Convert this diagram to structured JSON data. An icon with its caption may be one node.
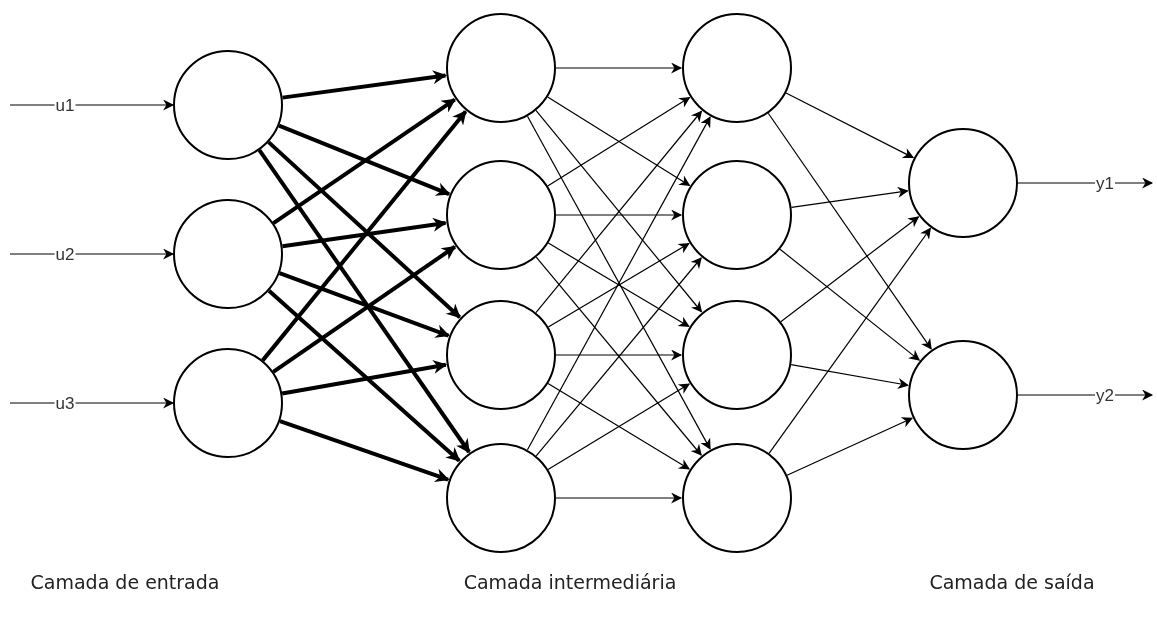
{
  "diagram": {
    "nodes": [
      {
        "text": [],
        "shape": "circle"
      },
      {
        "text": [],
        "shape": "circle"
      },
      {
        "text": [],
        "shape": "circle"
      },
      {
        "text": [],
        "shape": "circle"
      },
      {
        "text": [],
        "shape": "circle"
      },
      {
        "text": [],
        "shape": "circle"
      },
      {
        "text": [],
        "shape": "circle"
      },
      {
        "text": [],
        "shape": "circle"
      },
      {
        "text": [],
        "shape": "circle"
      },
      {
        "text": [],
        "shape": "circle"
      },
      {
        "text": [],
        "shape": "circle"
      },
      {
        "text": [],
        "shape": "circle"
      },
      {
        "text": [],
        "shape": "circle"
      }
    ],
    "edges": [
      {
        "from": null,
        "to": 0,
        "arrow": "to",
        "label": "u1"
      },
      {
        "from": null,
        "to": 1,
        "arrow": "to",
        "label": "u2"
      },
      {
        "from": null,
        "to": 2,
        "arrow": "to",
        "label": "u3"
      },
      {
        "from": 0,
        "to": 3,
        "arrow": "to",
        "style": "thick"
      },
      {
        "from": 0,
        "to": 4,
        "arrow": "to",
        "style": "thick"
      },
      {
        "from": 0,
        "to": 5,
        "arrow": "to",
        "style": "thick"
      },
      {
        "from": 0,
        "to": 6,
        "arrow": "to",
        "style": "thick"
      },
      {
        "from": 1,
        "to": 3,
        "arrow": "to",
        "style": "thick"
      },
      {
        "from": 1,
        "to": 4,
        "arrow": "to",
        "style": "thick"
      },
      {
        "from": 1,
        "to": 5,
        "arrow": "to",
        "style": "thick"
      },
      {
        "from": 1,
        "to": 6,
        "arrow": "to",
        "style": "thick"
      },
      {
        "from": 2,
        "to": 3,
        "arrow": "to",
        "style": "thick"
      },
      {
        "from": 2,
        "to": 4,
        "arrow": "to",
        "style": "thick"
      },
      {
        "from": 2,
        "to": 5,
        "arrow": "to",
        "style": "thick"
      },
      {
        "from": 2,
        "to": 6,
        "arrow": "to",
        "style": "thick"
      },
      {
        "from": 3,
        "to": 7,
        "arrow": "to"
      },
      {
        "from": 3,
        "to": 8,
        "arrow": "to"
      },
      {
        "from": 3,
        "to": 9,
        "arrow": "to"
      },
      {
        "from": 3,
        "to": 10,
        "arrow": "to"
      },
      {
        "from": 4,
        "to": 7,
        "arrow": "to"
      },
      {
        "from": 4,
        "to": 8,
        "arrow": "to"
      },
      {
        "from": 4,
        "to": 9,
        "arrow": "to"
      },
      {
        "from": 4,
        "to": 10,
        "arrow": "to"
      },
      {
        "from": 5,
        "to": 7,
        "arrow": "to"
      },
      {
        "from": 5,
        "to": 8,
        "arrow": "to"
      },
      {
        "from": 5,
        "to": 9,
        "arrow": "to"
      },
      {
        "from": 5,
        "to": 10,
        "arrow": "to"
      },
      {
        "from": 6,
        "to": 7,
        "arrow": "to"
      },
      {
        "from": 6,
        "to": 8,
        "arrow": "to"
      },
      {
        "from": 6,
        "to": 9,
        "arrow": "to"
      },
      {
        "from": 6,
        "to": 10,
        "arrow": "to"
      },
      {
        "from": 7,
        "to": 11,
        "arrow": "to"
      },
      {
        "from": 7,
        "to": 12,
        "arrow": "to"
      },
      {
        "from": 8,
        "to": 11,
        "arrow": "to"
      },
      {
        "from": 8,
        "to": 12,
        "arrow": "to"
      },
      {
        "from": 9,
        "to": 11,
        "arrow": "to"
      },
      {
        "from": 9,
        "to": 12,
        "arrow": "to"
      },
      {
        "from": 10,
        "to": 11,
        "arrow": "to"
      },
      {
        "from": 10,
        "to": 12,
        "arrow": "to"
      },
      {
        "from": 11,
        "to": null,
        "arrow": "to",
        "label": "y1"
      },
      {
        "from": 12,
        "to": null,
        "arrow": "to",
        "label": "y2"
      }
    ],
    "labels": [
      "Camada de entrada",
      "Camada intermediária",
      "Camada de saída"
    ]
  }
}
